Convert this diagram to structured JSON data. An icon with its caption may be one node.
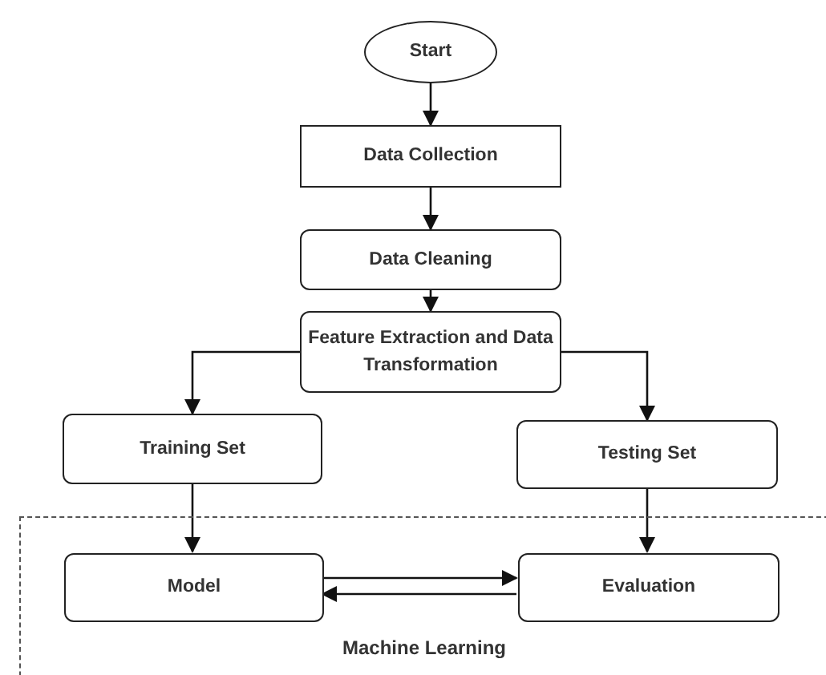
{
  "diagram": {
    "nodes": [
      {
        "text": [
          "Start"
        ]
      },
      {
        "text": [
          "Data Collection"
        ]
      },
      {
        "text": [
          "Data Cleaning"
        ]
      },
      {
        "text": [
          "Feature Extraction and Data Transformation"
        ]
      },
      {
        "text": [
          "Training Set"
        ]
      },
      {
        "text": [
          "Testing Set"
        ]
      },
      {
        "text": [
          "Machine Learning"
        ]
      },
      {
        "text": [
          "Model"
        ],
        "in": 6
      },
      {
        "text": [
          "Evaluation"
        ],
        "in": 6
      }
    ],
    "edges": [
      {
        "from": 0,
        "to": 1,
        "arrow": "to"
      },
      {
        "from": 1,
        "to": 2,
        "arrow": "to"
      },
      {
        "from": 2,
        "to": 3,
        "arrow": "to"
      },
      {
        "from": 3,
        "to": 4,
        "arrow": "to"
      },
      {
        "from": 3,
        "to": 5,
        "arrow": "to"
      },
      {
        "from": 4,
        "to": 7,
        "arrow": "to"
      },
      {
        "from": 5,
        "to": 8,
        "arrow": "to"
      },
      {
        "from": 7,
        "to": 8,
        "arrow": "to"
      },
      {
        "from": 8,
        "to": 7,
        "arrow": "to"
      }
    ]
  }
}
